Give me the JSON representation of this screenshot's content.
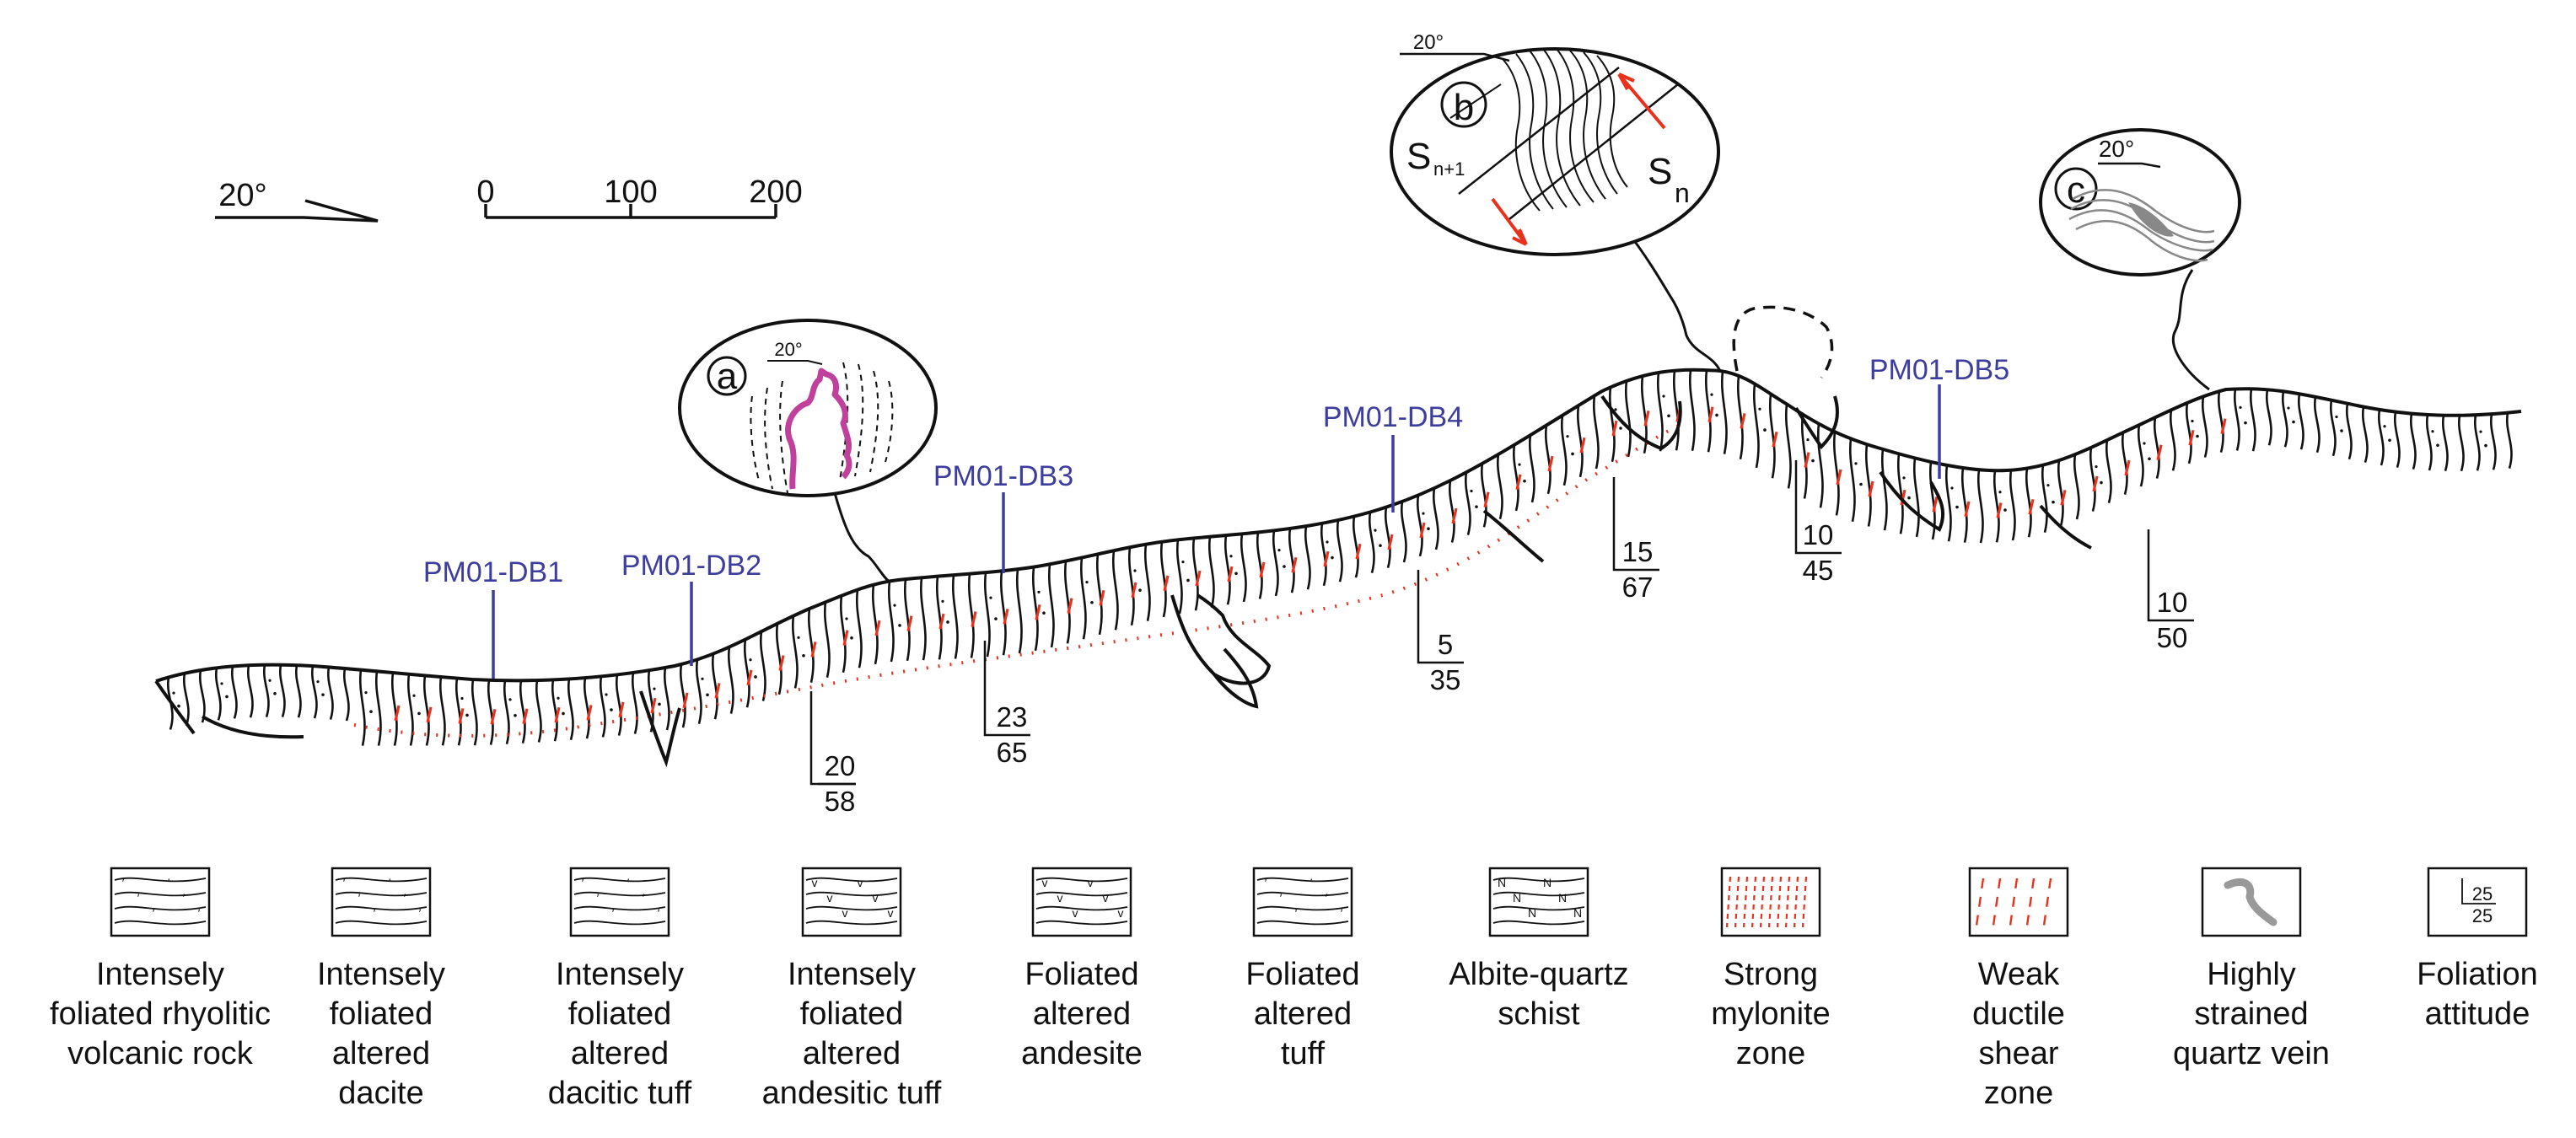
{
  "orientation": {
    "angle": "20°"
  },
  "scale": {
    "ticks": [
      "0",
      "100",
      "200"
    ]
  },
  "samples": [
    "PM01-DB1",
    "PM01-DB2",
    "PM01-DB3",
    "PM01-DB4",
    "PM01-DB5"
  ],
  "attitudes": [
    {
      "dir": "20",
      "dip": "58"
    },
    {
      "dir": "23",
      "dip": "65"
    },
    {
      "dir": "5",
      "dip": "35"
    },
    {
      "dir": "15",
      "dip": "67"
    },
    {
      "dir": "10",
      "dip": "45"
    },
    {
      "dir": "10",
      "dip": "50"
    }
  ],
  "insets": {
    "a": {
      "letter": "a",
      "angle": "20°"
    },
    "b": {
      "letter": "b",
      "angle": "20°",
      "s_upper": "S",
      "s_upper_sub": "n+1",
      "s_lower": "S",
      "s_lower_sub": "n"
    },
    "c": {
      "letter": "c",
      "angle": "20°"
    }
  },
  "legend": [
    {
      "name": "rhyolitic",
      "lines": [
        "Intensely",
        "foliated rhyolitic",
        "volcanic rock"
      ]
    },
    {
      "name": "dacite",
      "lines": [
        "Intensely",
        "foliated",
        "altered",
        "dacite"
      ]
    },
    {
      "name": "dacitic-tuff",
      "lines": [
        "Intensely",
        "foliated",
        "altered",
        "dacitic tuff"
      ]
    },
    {
      "name": "andesitic-tuff",
      "lines": [
        "Intensely",
        "foliated",
        "altered",
        "andesitic tuff"
      ]
    },
    {
      "name": "andesite",
      "lines": [
        "Foliated",
        "altered",
        "andesite"
      ]
    },
    {
      "name": "tuff",
      "lines": [
        "Foliated",
        "altered",
        "tuff"
      ]
    },
    {
      "name": "albite-schist",
      "lines": [
        "Albite-quartz",
        "schist"
      ]
    },
    {
      "name": "strong-mylonite",
      "lines": [
        "Strong",
        "mylonite",
        "zone"
      ]
    },
    {
      "name": "weak-shear",
      "lines": [
        "Weak",
        "ductile",
        "shear",
        "zone"
      ]
    },
    {
      "name": "quartz-vein",
      "lines": [
        "Highly",
        "strained",
        "quartz vein"
      ]
    },
    {
      "name": "foliation",
      "lines": [
        "Foliation",
        "attitude"
      ],
      "sample_dir": "25",
      "sample_dip": "25"
    }
  ],
  "colors": {
    "line": "#111111",
    "shear": "#e8321e",
    "sample": "#3d3d9e",
    "vein_magenta": "#c0409c",
    "vein_grey": "#999999"
  }
}
